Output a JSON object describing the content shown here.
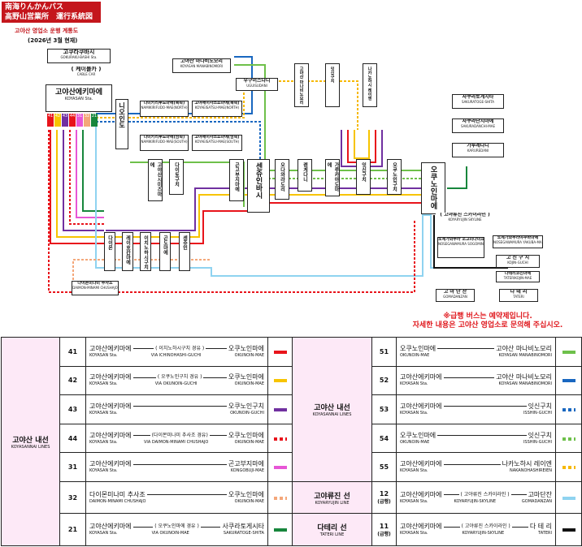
{
  "header": {
    "title_line1": "南海りんかんバス",
    "title_line2": "高野山営業所　運行系統図",
    "subtitle_kr": "고야산 영업소 운행 계통도",
    "date_kr": "(2026년 3월 현재)"
  },
  "colors": {
    "r41": "#e8141b",
    "r42": "#f7c400",
    "r43": "#7030a0",
    "r44": "#e8141b",
    "r31": "#e756d6",
    "r32": "#f4a77a",
    "r21": "#17863c",
    "r51": "#6ec04a",
    "r52": "#1967c0",
    "r53": "#1967c0",
    "r54": "#6ec04a",
    "r55": "#f6b800",
    "r12": "#8fd3f0",
    "r11": "#111111",
    "group_bg": "#fde9f7",
    "header": "#c4161c"
  },
  "stops": {
    "gokurakubashi": {
      "kr": "고쿠라쿠바시",
      "en": "GOKURAKU-BASHI Sta."
    },
    "cable_car": {
      "kr": "( 케이블카 )",
      "en": "CABLE CAR"
    },
    "koyasan_sta": {
      "kr": "고야산에키마에",
      "en": "KOYASAN Sta."
    },
    "manabinomori": {
      "kr": "고야산 마나비노모리",
      "en": "KOYASAN MANABINOMORI"
    },
    "uguisudani": {
      "kr": "우구이스다니",
      "en": "UGUISUDANI"
    },
    "nyonindo": {
      "kr": "니오인도",
      "en": "NYONINDO"
    },
    "nanikiri_n": {
      "kr": "나미키리후도마에(북쪽)",
      "en": "NAMIKIRIFUDO-MAE(NORTH)"
    },
    "koyasatsu_n": {
      "kr": "고야에이사쓰쇼마에(북쪽)",
      "en": "KOYAEISATSU-MAE(NORTH)"
    },
    "nanikiri_s": {
      "kr": "나미키리후도마에(남쪽)",
      "en": "NAMIKIRIFUDO-MAE(SOUTH)"
    },
    "koyasatsu_s": {
      "kr": "고야에이사쓰쇼마에(남쪽)",
      "en": "KOYAEISATSU-MAE(SOUTH)"
    },
    "kongobuji_mae": {
      "kr": "고야산시미즈마에",
      "en": "KOYASAN SHIMIZU-MAE"
    },
    "daitoguchi": {
      "kr": "다이토구치",
      "en": "DAITO-GUCHI"
    },
    "kongobuji": {
      "kr": "곤고부지마에",
      "en": "KONGOBUJI-MAE"
    },
    "senjuinbashi": {
      "kr": "센쥬인바시",
      "en": "SENJUIN-BASHI"
    },
    "odawara": {
      "kr": "오다와라도리",
      "en": "ODAWARA-DORI"
    },
    "rengedani": {
      "kr": "렌게다니",
      "en": "RENGEDANI"
    },
    "karukaya": {
      "kr": "가루카야도마에",
      "en": "KARUKAYADO-MAE"
    },
    "isshinguchi": {
      "kr": "잇신구치",
      "en": "ISSHIN-GUCHI"
    },
    "nakanohashi": {
      "kr": "나카노하시 레이엔",
      "en": "NAKANOHASHIREIEN"
    },
    "okunoinmae": {
      "kr": "오쿠노인마에",
      "en": "OKUNOIN-MAE"
    },
    "okunoinguchi": {
      "kr": "오쿠노인구치",
      "en": "OKUNOIN-GUCHI"
    },
    "sakuratoge": {
      "kr": "사쿠라토게시타",
      "en": "SAKURATOGE-SHITA"
    },
    "sakuradanchi": {
      "kr": "사쿠라단치마에",
      "en": "SAKURADANCHI-MAE"
    },
    "karukadani": {
      "kr": "가루레다니",
      "en": "KARUREDANI"
    },
    "daimon": {
      "kr": "다이몬",
      "en": "DAIMON"
    },
    "reihokan": {
      "kr": "레이호칸마에",
      "en": "REIHOKAN-MAE"
    },
    "ichinohashi": {
      "kr": "이치노하시구치",
      "en": "ICHINOHASHI-GUCHI"
    },
    "kondo": {
      "kr": "곤도마에",
      "en": "KONDO-MAE"
    },
    "senjuin": {
      "kr": "센쥬인",
      "en": "SENJUIN"
    },
    "daimon_chushajo": {
      "kr": "다이몬미나미 추사조",
      "en": "DAIMON-MINAMI CHUSHAJO"
    },
    "skyline": {
      "kr": "( 고야류진 스카이라인 )",
      "en": "KOYARYUJIN SKYLINE"
    },
    "nosegawa": {
      "kr": "노세가와무라 소고미나미쇼마에",
      "en": "NOSEGAWAMURA SOGOMINAMISHO-MAE"
    },
    "nosegawa2": {
      "kr": "노세가와무라야쿠바마에",
      "en": "NOSEGAWAMURA YAKUBA-MAE"
    },
    "kojinguchi": {
      "kr": "고 진 구 치",
      "en": "KOJIN-GUCHI"
    },
    "tateri_kojin": {
      "kr": "다테리코진마에",
      "en": "TATERIKOJIN-MAE"
    },
    "gomadanzan": {
      "kr": "고 마 단 잔",
      "en": "GOMADANZAN"
    },
    "tateri": {
      "kr": "다 테 리",
      "en": "TATERI"
    }
  },
  "badges": [
    "41",
    "42",
    "43",
    "44",
    "31",
    "32",
    "21"
  ],
  "notice": {
    "line1": "※급행 버스는 예약제입니다.",
    "line2": "자세한 내용은 고야산 영업소로 문의해 주십시오."
  },
  "legend": {
    "left_group": {
      "kr": "고야산 내선",
      "en": "KOYASANNAI LINES"
    },
    "mid_group": {
      "kr": "고야산 내선",
      "en": "KOYASANNAI LINES"
    },
    "ryujin_group": {
      "kr": "고야류진 선",
      "en": "KOYARYUJIN LINE"
    },
    "tateri_group": {
      "kr": "다테리 선",
      "en": "TATERI LINE"
    },
    "express": "(급행)",
    "left_rows": [
      {
        "num": "41",
        "from_kr": "고야산에키마에",
        "via_kr": "( 이치노하시구치 경유 )",
        "to_kr": "오쿠노인마에",
        "from_en": "KOYASAN Sta.",
        "via_en": "VIA ICHINOHASHI-GUCHI",
        "to_en": "OKUNOIN-MAE"
      },
      {
        "num": "42",
        "from_kr": "고야산에키마에",
        "via_kr": "( 오쿠노인구치 경유 )",
        "to_kr": "오쿠노인마에",
        "from_en": "KOYASAN Sta.",
        "via_en": "VIA OKUNOIN-GUCHI",
        "to_en": "OKUNOIN-MAE"
      },
      {
        "num": "43",
        "from_kr": "고야산에키마에",
        "via_kr": "",
        "to_kr": "오쿠노인구치",
        "from_en": "KOYASAN Sta.",
        "via_en": "",
        "to_en": "OKUNOIN-GUCHI"
      },
      {
        "num": "44",
        "from_kr": "고야산에키마에",
        "via_kr": "(다이몬미나미 추사조 경유)",
        "to_kr": "오쿠노인마에",
        "from_en": "KOYASAN Sta.",
        "via_en": "VIA DAIMON-MINAMI CHUSHAJO",
        "to_en": "OKUNOIN-MAE"
      },
      {
        "num": "31",
        "from_kr": "고야산에키마에",
        "via_kr": "",
        "to_kr": "곤고부지마에",
        "from_en": "KOYASAN Sta.",
        "via_en": "",
        "to_en": "KONGOBUJI-MAE"
      },
      {
        "num": "32",
        "from_kr": "다이몬미나미 추사조",
        "via_kr": "",
        "to_kr": "오쿠노인마에",
        "from_en": "DAIMON-MINAMI CHUSHAJO",
        "via_en": "",
        "to_en": "OKUNOIN-MAE"
      },
      {
        "num": "21",
        "from_kr": "고야산에키마에",
        "via_kr": "( 오쿠노인마에 경유 )",
        "to_kr": "사쿠라토게시타",
        "from_en": "KOYASAN Sta.",
        "via_en": "VIA OKUNOIN-MAE",
        "to_en": "SAKURATOGE-SHITA"
      }
    ],
    "right_rows": [
      {
        "num": "51",
        "from_kr": "오쿠노인마에",
        "via_kr": "",
        "to_kr": "고야산 마나비노모리",
        "from_en": "OKUNOIN-MAE",
        "via_en": "",
        "to_en": "KOYASAN MANABINOMORI"
      },
      {
        "num": "52",
        "from_kr": "고야산에키마에",
        "via_kr": "",
        "to_kr": "고야산 마나비노모리",
        "from_en": "KOYASAN Sta.",
        "via_en": "",
        "to_en": "KOYASAN MANABINOMORI"
      },
      {
        "num": "53",
        "from_kr": "고야산에키마에",
        "via_kr": "",
        "to_kr": "잇신구치",
        "from_en": "KOYASAN Sta.",
        "via_en": "",
        "to_en": "ISSHIN-GUCHI"
      },
      {
        "num": "54",
        "from_kr": "오쿠노인마에",
        "via_kr": "",
        "to_kr": "잇신구치",
        "from_en": "OKUNOIN-MAE",
        "via_en": "",
        "to_en": "ISSHIN-GUCHI"
      },
      {
        "num": "55",
        "from_kr": "고야산에키마에",
        "via_kr": "",
        "to_kr": "나카노하시 레이엔",
        "from_en": "KOYASAN Sta.",
        "via_en": "",
        "to_en": "NAKANOHASHIREIEN"
      },
      {
        "num": "12",
        "from_kr": "고야산에키마에",
        "via_kr": "( 고야류진 스카이라인 )",
        "to_kr": "고마단잔",
        "from_en": "KOYASAN Sta.",
        "via_en": "KOYARYUJIN-SKYLINE",
        "to_en": "GOMADANZAN"
      },
      {
        "num": "11",
        "from_kr": "고야산에키마에",
        "via_kr": "( 고야류진 스카이라인 )",
        "to_kr": "다 테 리",
        "from_en": "KOYASAN Sta.",
        "via_en": "KOYARYUJIN-SKYLINE",
        "to_en": "TATERI"
      }
    ]
  }
}
